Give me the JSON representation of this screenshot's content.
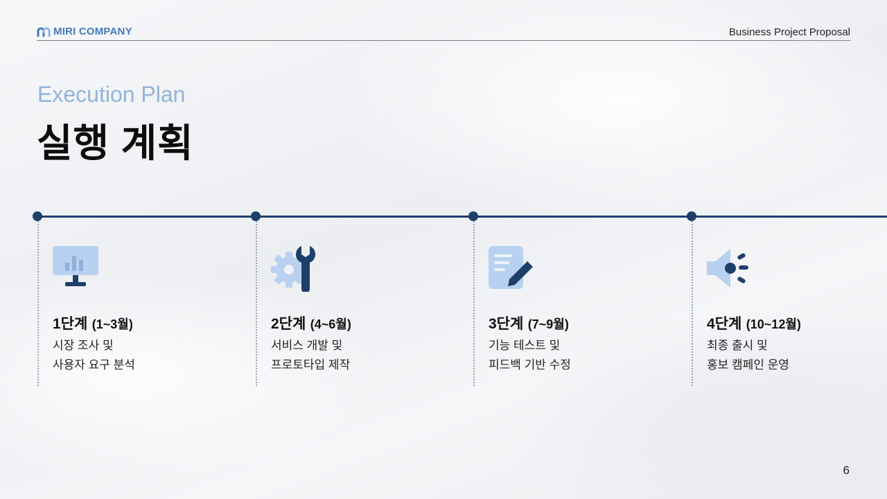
{
  "header": {
    "logo_text": "MIRI COMPANY",
    "right_text": "Business Project Proposal"
  },
  "slide": {
    "subtitle": "Execution Plan",
    "title": "실행 계획",
    "page_number": "6"
  },
  "steps": [
    {
      "stage": "1단계",
      "period": "(1~3월)",
      "line1": "시장 조사 및",
      "line2": "사용자 요구 분석",
      "icon": "monitor-chart-icon"
    },
    {
      "stage": "2단계",
      "period": "(4~6월)",
      "line1": "서비스 개발 및",
      "line2": "프로토타입 제작",
      "icon": "gear-wrench-icon"
    },
    {
      "stage": "3단계",
      "period": "(7~9월)",
      "line1": "기능 테스트 및",
      "line2": "피드백 기반 수정",
      "icon": "document-pen-icon"
    },
    {
      "stage": "4단계",
      "period": "(10~12월)",
      "line1": "최종 출시 및",
      "line2": "홍보 캠페인 운영",
      "icon": "megaphone-icon"
    }
  ],
  "colors": {
    "navy": "#1d3f6a",
    "accent_blue": "#4a79b8",
    "light_blue": "#b9d1f0",
    "subtitle_blue": "#93b4da"
  }
}
